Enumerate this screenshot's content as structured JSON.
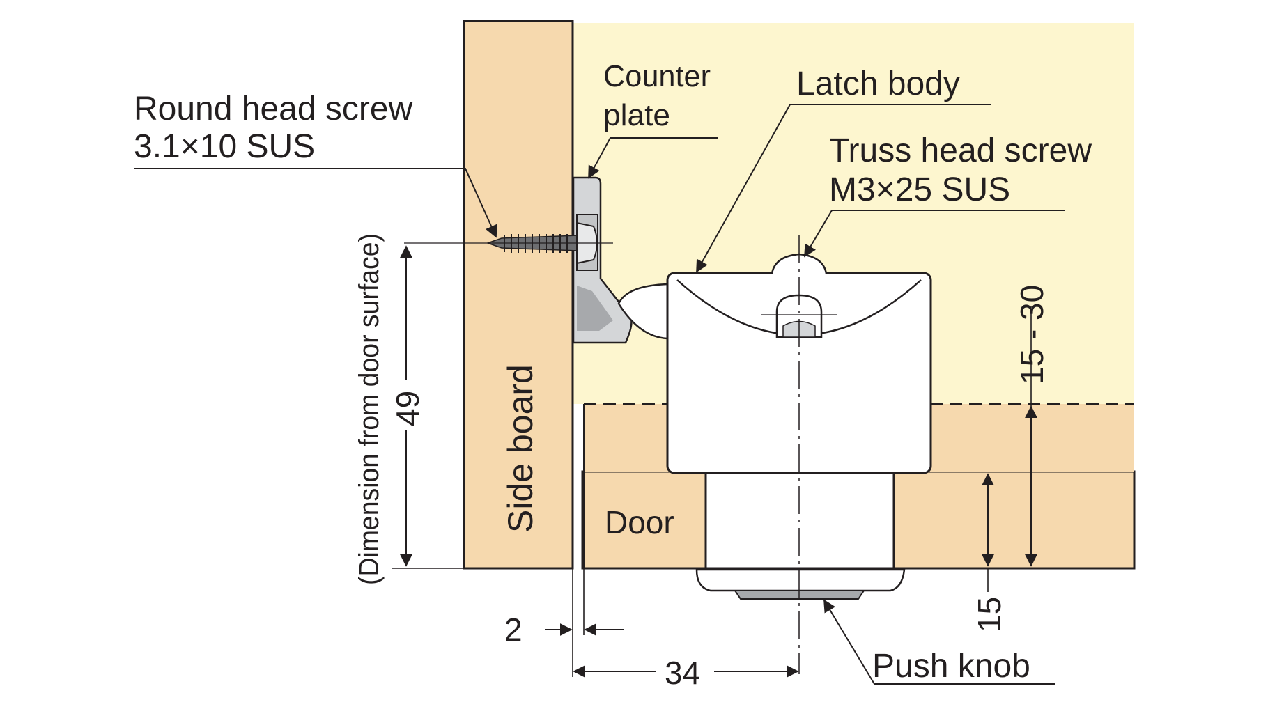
{
  "labels": {
    "round_head_screw_line1": "Round head screw",
    "round_head_screw_line2": "3.1×10 SUS",
    "counter_plate_line1": "Counter",
    "counter_plate_line2": "plate",
    "latch_body": "Latch body",
    "truss_head_screw_line1": "Truss head screw",
    "truss_head_screw_line2": "M3×25 SUS",
    "side_board": "Side board",
    "door": "Door",
    "push_knob": "Push knob",
    "dimension_note": "(Dimension from door surface)"
  },
  "dimensions": {
    "height_49": "49",
    "range_15_30": "15 - 30",
    "door_15": "15",
    "gap_2": "2",
    "offset_34": "34"
  },
  "colors": {
    "wood": "#f6d9ae",
    "background_zone": "#fdf6cf",
    "metal_light": "#d4d6d8",
    "metal_dark": "#a7a9ac",
    "line": "#231f20"
  }
}
